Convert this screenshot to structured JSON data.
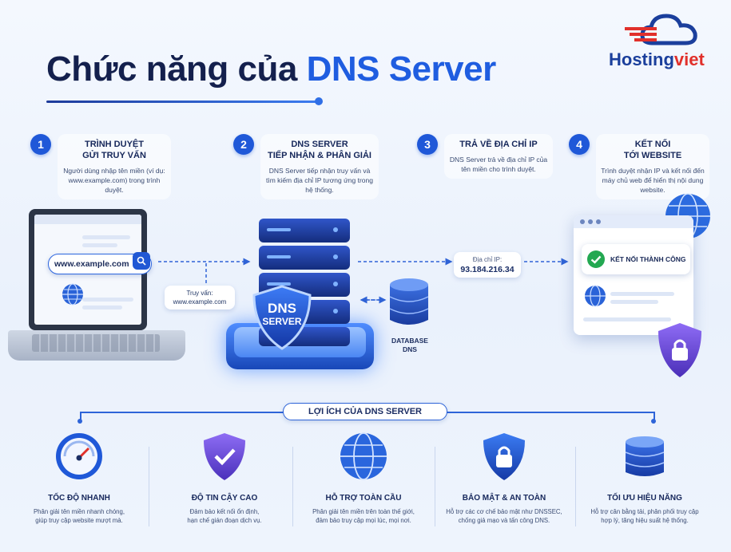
{
  "title": {
    "part1": "Chức năng của ",
    "part2": "DNS Server"
  },
  "logo": {
    "part1": "Hosting",
    "part2": "viet"
  },
  "steps": [
    {
      "num": "1",
      "title_line1": "TRÌNH DUYỆT",
      "title_line2": "GỬI TRUY VẤN",
      "desc": "Người dùng nhập tên miền (ví dụ: www.example.com) trong trình duyệt."
    },
    {
      "num": "2",
      "title_line1": "DNS SERVER",
      "title_line2": "TIẾP NHẬN & PHÂN GIẢI",
      "desc": "DNS Server tiếp nhận truy vấn và tìm kiếm địa chỉ IP tương ứng trong hệ thống."
    },
    {
      "num": "3",
      "title_line1": "TRẢ VỀ ĐỊA CHỈ IP",
      "title_line2": "",
      "desc": "DNS Server trả về địa chỉ IP của tên miền cho trình duyệt."
    },
    {
      "num": "4",
      "title_line1": "KẾT NỐI",
      "title_line2": "TỚI WEBSITE",
      "desc": "Trình duyệt nhận IP và kết nối đến máy chủ web để hiển thị nội dung website."
    }
  ],
  "browser": {
    "url": "www.example.com"
  },
  "query": {
    "label": "Truy vấn:",
    "value": "www.example.com"
  },
  "server": {
    "line1": "DNS",
    "line2": "SERVER"
  },
  "database": {
    "line1": "DATABASE",
    "line2": "DNS"
  },
  "ip": {
    "label": "Địa chỉ IP:",
    "value": "93.184.216.34"
  },
  "website": {
    "success": "KẾT NỐI THÀNH CÔNG"
  },
  "benefits_header": "LỢI ÍCH CỦA DNS SERVER",
  "benefits": [
    {
      "icon": "speedometer-icon",
      "title": "TỐC ĐỘ NHANH",
      "desc_line1": "Phân giải tên miền nhanh chóng,",
      "desc_line2": "giúp truy cập website mượt mà."
    },
    {
      "icon": "shield-check-icon",
      "title": "ĐỘ TIN CẬY CAO",
      "desc_line1": "Đảm bảo kết nối ổn định,",
      "desc_line2": "hạn chế gián đoạn dịch vụ."
    },
    {
      "icon": "globe-icon",
      "title": "HỖ TRỢ TOÀN CẦU",
      "desc_line1": "Phân giải tên miền trên toàn thế giới,",
      "desc_line2": "đảm bảo truy cập mọi lúc, mọi nơi."
    },
    {
      "icon": "shield-lock-icon",
      "title": "BẢO MẬT & AN TOÀN",
      "desc_line1": "Hỗ trợ các cơ chế bảo mật như DNSSEC,",
      "desc_line2": "chống giả mạo và tấn công DNS."
    },
    {
      "icon": "server-stack-icon",
      "title": "TỐI ƯU HIỆU NĂNG",
      "desc_line1": "Hỗ trợ cân bằng tải, phân phối truy cập",
      "desc_line2": "hợp lý, tăng hiệu suất hệ thống."
    }
  ],
  "colors": {
    "primary": "#1f58d8",
    "dark": "#14204d",
    "accent_red": "#e1302b"
  }
}
